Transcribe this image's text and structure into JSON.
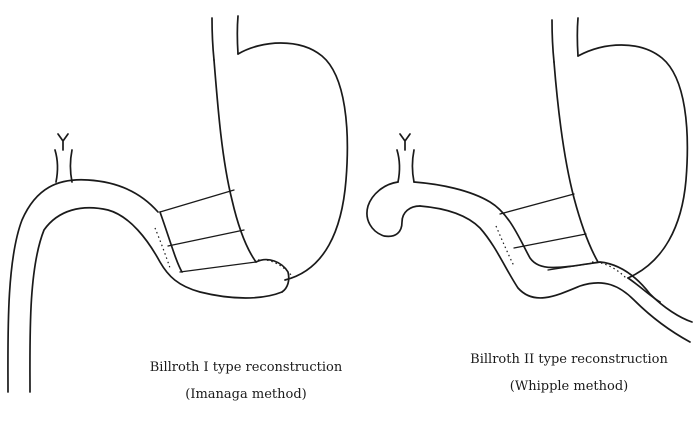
{
  "panels": [
    {
      "id": "billroth-1",
      "caption_line1": "Billroth I type reconstruction",
      "caption_line2": "(Imanaga method)"
    },
    {
      "id": "billroth-2",
      "caption_line1": "Billroth II type reconstruction",
      "caption_line2": "(Whipple method)"
    }
  ],
  "colors": {
    "line": "#1a1a1a",
    "background": "#ffffff"
  }
}
